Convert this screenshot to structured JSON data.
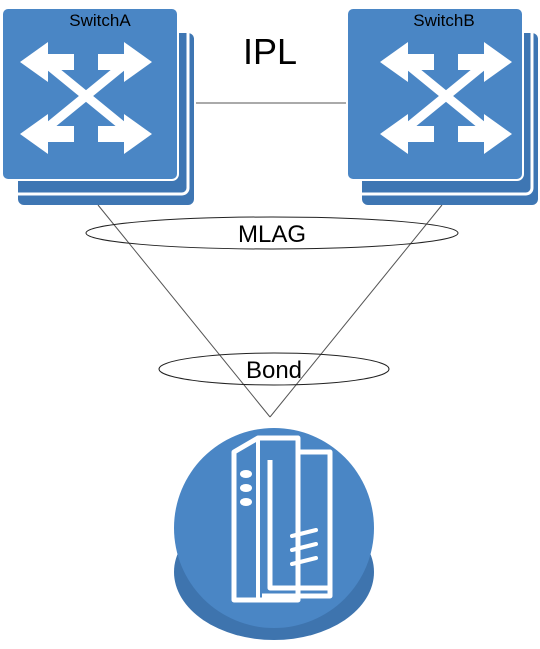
{
  "switch_a": {
    "label": "SwitchA",
    "icon": "network-switch-icon"
  },
  "switch_b": {
    "label": "SwitchB",
    "icon": "network-switch-icon"
  },
  "ipl": {
    "label": "IPL"
  },
  "mlag": {
    "label": "MLAG"
  },
  "bond": {
    "label": "Bond"
  },
  "server": {
    "icon": "server-icon"
  },
  "colors": {
    "switch_fill": "#4A86C5",
    "switch_shadow": "#3E76B3",
    "switch_border": "#ffffff",
    "arrow": "#ffffff",
    "line": "#555555",
    "server_fill": "#4A86C5",
    "server_dark": "#3E74AE"
  }
}
